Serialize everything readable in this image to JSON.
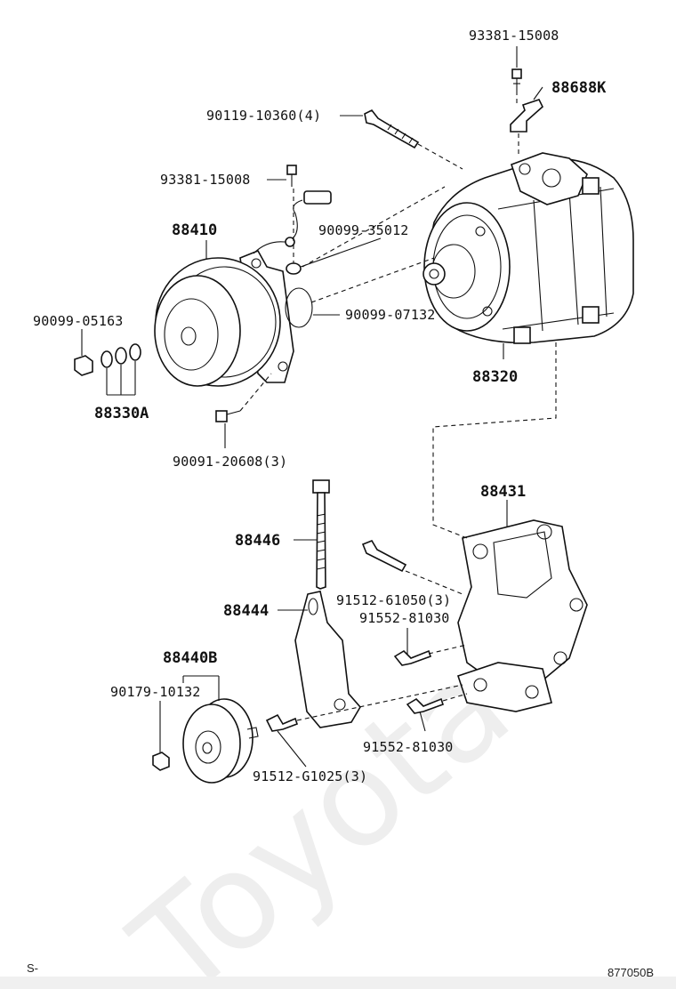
{
  "watermark": "Toyota",
  "labels": {
    "p93381_top": "93381-15008",
    "p88688k": "88688K",
    "p90119": "90119-10360(4)",
    "p93381_mid": "93381-15008",
    "p88410": "88410",
    "p90099_35012": "90099-35012",
    "p90099_05163": "90099-05163",
    "p90099_07132": "90099-07132",
    "p88320": "88320",
    "p88330a": "88330A",
    "p90091": "90091-20608(3)",
    "p88431": "88431",
    "p88446": "88446",
    "p91512_61050": "91512-61050(3)",
    "p91552_a": "91552-81030",
    "p88444": "88444",
    "p88440b": "88440B",
    "p90179": "90179-10132",
    "p91552_b": "91552-81030",
    "p91512_g1025": "91512-G1025(3)"
  },
  "footer": {
    "left": "S-",
    "right": "877050B"
  }
}
